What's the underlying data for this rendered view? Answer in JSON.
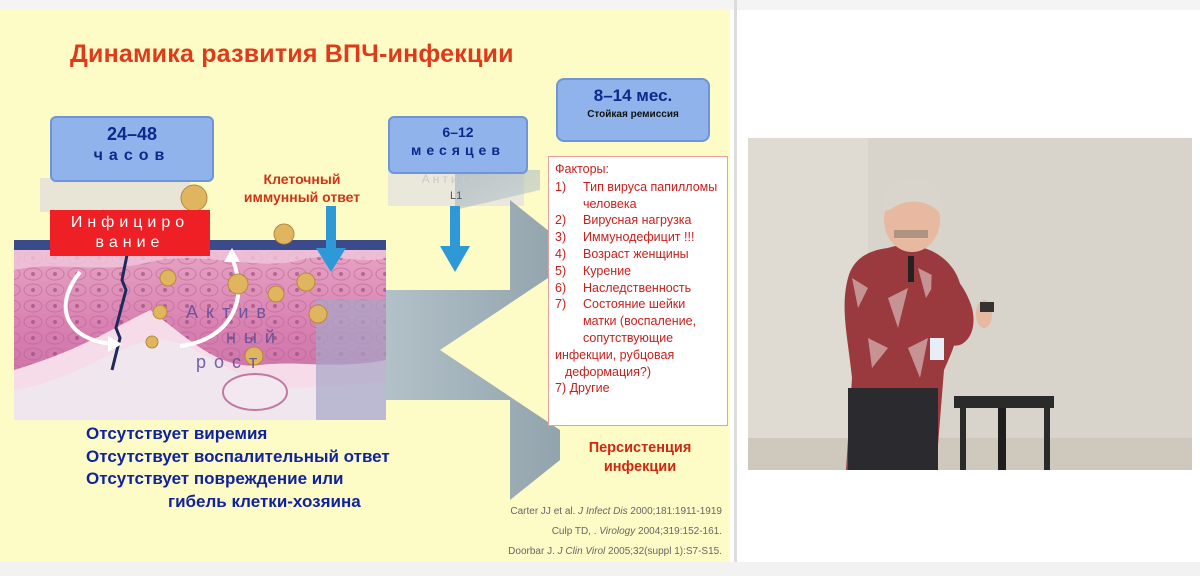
{
  "slide": {
    "title": "Динамика развития ВПЧ-инфекции",
    "box_24_48": {
      "line1": "24–48",
      "line2": "часов"
    },
    "infection_label": {
      "line1": "Инфициро",
      "line2": "вание"
    },
    "cell_response": {
      "line1": "Клеточный",
      "line2": "иммунный ответ"
    },
    "active_growth": {
      "line1": "Актив",
      "line2": "ный",
      "line3": "рост"
    },
    "box_6_12": {
      "line1": "6–12",
      "line2": "месяцев"
    },
    "antibodies_label": "Антител",
    "l1_label": "L1",
    "box_8_14": {
      "line1": "8–14 мес.",
      "line2": "Стойкая ремиссия"
    },
    "factors": {
      "header": "Факторы:",
      "items": [
        {
          "num": "1)",
          "text": "Тип вируса папилломы человека"
        },
        {
          "num": "2)",
          "text": "Вирусная нагрузка"
        },
        {
          "num": "3)",
          "text": "Иммунодефицит !!!"
        },
        {
          "num": "4)",
          "text": "Возраст женщины"
        },
        {
          "num": "5)",
          "text": "Курение"
        },
        {
          "num": "6)",
          "text": "Наследственность"
        },
        {
          "num": "7)",
          "text": "Состояние шейки матки (воспаление, сопутствующие"
        }
      ],
      "tail_lines": [
        "инфекции, рубцовая",
        "деформация?)"
      ],
      "other": "7) Другие"
    },
    "persistence": {
      "line1": "Персистенция",
      "line2": "инфекции"
    },
    "statements": {
      "line1": "Отсутствует виремия",
      "line2": "Отсутствует воспалительный ответ",
      "line3": "Отсутствует повреждение или",
      "line4": "гибель клетки-хозяина"
    },
    "references": {
      "ref1_a": "Carter JJ et al. ",
      "ref1_j": "J Infect Dis",
      "ref1_b": " 2000;181:1911-1919",
      "ref2_a": "Culp TD, . ",
      "ref2_j": "Virology",
      "ref2_b": " 2004;319:152-161.",
      "ref3_a": "Doorbar J. ",
      "ref3_j": "J Clin Virol",
      "ref3_b": " 2005;32(suppl 1):S7-S15."
    }
  },
  "colors": {
    "slide_bg": "#fdfbc6",
    "title": "#e03a1a",
    "blue_box": "#8fb3ea",
    "infection_red": "#ee2026",
    "statement_blue": "#10239e",
    "factor_red": "#c8201c"
  },
  "video_panel": {
    "subject": "speaker-video"
  }
}
